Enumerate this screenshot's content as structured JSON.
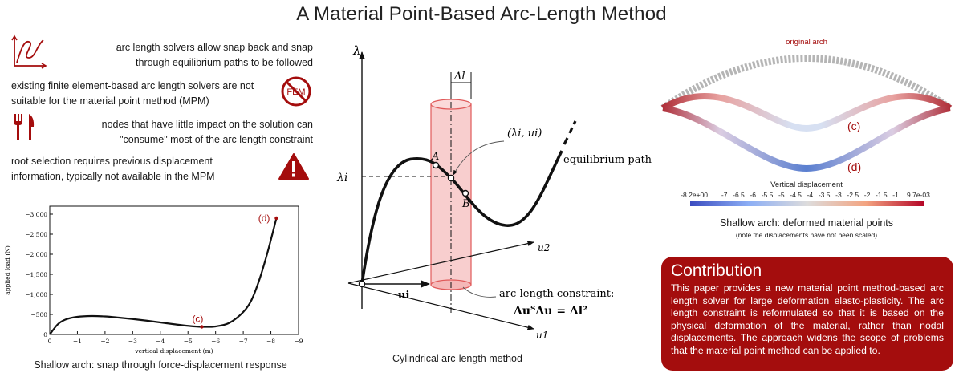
{
  "title": "A Material Point-Based Arc-Length Method",
  "colors": {
    "accent_red": "#a40d0d",
    "cylinder_fill": "#f7c6c6",
    "cylinder_stroke": "#e05a5a"
  },
  "bullets": [
    {
      "text_line1": "arc length solvers allow snap back and snap",
      "text_line2": "through equilibrium paths to be followed",
      "icon": "snap-curve-icon"
    },
    {
      "text_line1": "existing finite element-based arc length solvers are not",
      "text_line2": "suitable for the material point method (MPM)",
      "icon": "no-fem-icon",
      "icon_text": "FEM"
    },
    {
      "text_line1": "nodes that have little impact on the solution can",
      "text_line2": "\"consume\" most of the arc length constraint",
      "icon": "fork-knife-icon"
    },
    {
      "text_line1": "root selection requires previous displacement",
      "text_line2": "information, typically not available in the MPM",
      "icon": "warning-icon"
    }
  ],
  "chart_data": {
    "type": "line",
    "title": "",
    "xlabel": "vertical displacement (m)",
    "ylabel": "applied load (N)",
    "x_ticks": [
      "0",
      "−1",
      "−2",
      "−3",
      "−4",
      "−5",
      "−6",
      "−7",
      "−8",
      "−9"
    ],
    "y_ticks": [
      "0",
      "−500",
      "−1,000",
      "−1,500",
      "−2,000",
      "−2,500",
      "−3,000"
    ],
    "xlim": [
      0,
      -9
    ],
    "ylim": [
      0,
      -3200
    ],
    "series": [
      {
        "x": [
          0,
          -0.3,
          -0.6,
          -1.0,
          -1.5,
          -2.0,
          -2.5,
          -3.0,
          -3.5,
          -4.0,
          -4.5,
          -5.0,
          -5.5,
          -6.0,
          -6.5,
          -7.0,
          -7.3,
          -7.6,
          -7.9,
          -8.2
        ],
        "y": [
          0,
          -260,
          -380,
          -440,
          -460,
          -450,
          -420,
          -385,
          -345,
          -300,
          -255,
          -215,
          -190,
          -200,
          -290,
          -560,
          -860,
          -1400,
          -2100,
          -2900
        ]
      }
    ],
    "annotations": [
      {
        "label": "(c)",
        "x": -5.5,
        "y": -190
      },
      {
        "label": "(d)",
        "x": -8.2,
        "y": -2900
      }
    ],
    "caption": "Shallow arch: snap through force-displacement response"
  },
  "diagram": {
    "lambda_label": "λ",
    "lambda_i_label": "λi",
    "delta_l_label": "Δl",
    "point_label": "(λi, ui)",
    "A_label": "A",
    "B_label": "B",
    "eq_path_label": "equilibrium path",
    "u1_label": "u1",
    "u2_label": "u2",
    "ui_label": "ui",
    "constraint_label": "arc-length constraint:",
    "constraint_eq": "ΔuᵀΔu = Δl²",
    "caption": "Cylindrical arc-length method"
  },
  "arch": {
    "original_label": "original arch",
    "c_label": "(c)",
    "d_label": "(d)",
    "colorbar_title": "Vertical displacement",
    "colorbar_ticks": [
      "-8.2e+00",
      "-7",
      "-6.5",
      "-6",
      "-5.5",
      "-5",
      "-4.5",
      "-4",
      "-3.5",
      "-3",
      "-2.5",
      "-2",
      "-1.5",
      "-1",
      "9.7e-03"
    ],
    "caption": "Shallow arch: deformed material points",
    "subcaption": "(note the displacements have not been scaled)"
  },
  "contribution": {
    "heading": "Contribution",
    "body": "This paper provides a new material point method-based arc length solver for large deformation elasto-plasticity. The arc length constraint is reformulated so that it is based on the physical deformation of the material, rather than nodal displacements.  The approach widens the scope of problems that the material point method can be applied to."
  }
}
